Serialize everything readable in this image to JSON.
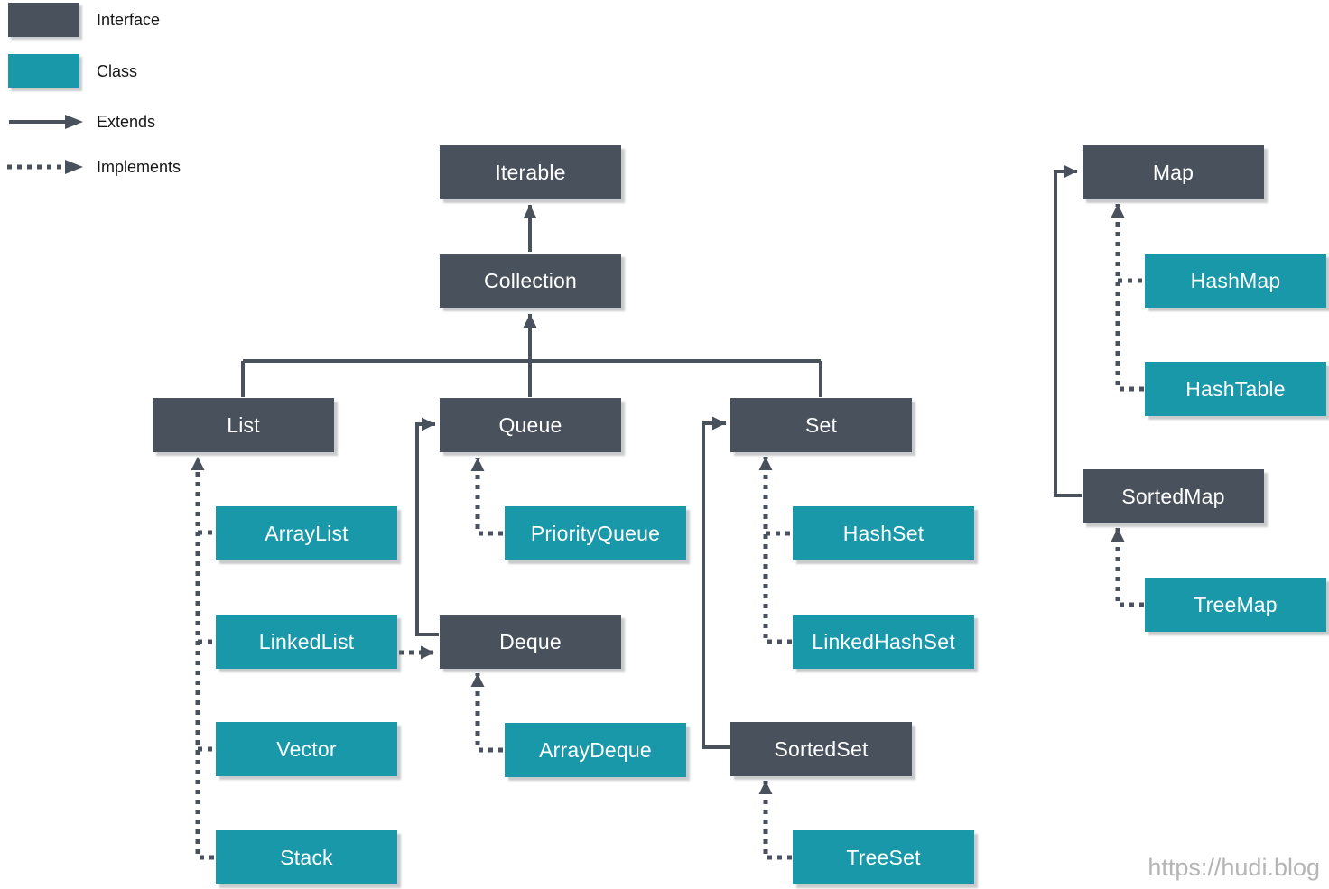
{
  "legend": {
    "interface_label": "Interface",
    "class_label": "Class",
    "extends_label": "Extends",
    "implements_label": "Implements"
  },
  "nodes": {
    "iterable": {
      "label": "Iterable",
      "type": "interface"
    },
    "collection": {
      "label": "Collection",
      "type": "interface"
    },
    "list": {
      "label": "List",
      "type": "interface"
    },
    "queue": {
      "label": "Queue",
      "type": "interface"
    },
    "set": {
      "label": "Set",
      "type": "interface"
    },
    "deque": {
      "label": "Deque",
      "type": "interface"
    },
    "sortedset": {
      "label": "SortedSet",
      "type": "interface"
    },
    "map": {
      "label": "Map",
      "type": "interface"
    },
    "sortedmap": {
      "label": "SortedMap",
      "type": "interface"
    },
    "arraylist": {
      "label": "ArrayList",
      "type": "class"
    },
    "linkedlist": {
      "label": "LinkedList",
      "type": "class"
    },
    "vector": {
      "label": "Vector",
      "type": "class"
    },
    "stack": {
      "label": "Stack",
      "type": "class"
    },
    "priorityqueue": {
      "label": "PriorityQueue",
      "type": "class"
    },
    "arraydeque": {
      "label": "ArrayDeque",
      "type": "class"
    },
    "hashset": {
      "label": "HashSet",
      "type": "class"
    },
    "linkedhashset": {
      "label": "LinkedHashSet",
      "type": "class"
    },
    "treeset": {
      "label": "TreeSet",
      "type": "class"
    },
    "hashmap": {
      "label": "HashMap",
      "type": "class"
    },
    "hashtable": {
      "label": "HashTable",
      "type": "class"
    },
    "treemap": {
      "label": "TreeMap",
      "type": "class"
    }
  },
  "edges": [
    {
      "from": "Collection",
      "to": "Iterable",
      "type": "extends"
    },
    {
      "from": "List",
      "to": "Collection",
      "type": "extends"
    },
    {
      "from": "Queue",
      "to": "Collection",
      "type": "extends"
    },
    {
      "from": "Set",
      "to": "Collection",
      "type": "extends"
    },
    {
      "from": "Deque",
      "to": "Queue",
      "type": "extends"
    },
    {
      "from": "SortedSet",
      "to": "Set",
      "type": "extends"
    },
    {
      "from": "SortedMap",
      "to": "Map",
      "type": "extends"
    },
    {
      "from": "ArrayList",
      "to": "List",
      "type": "implements"
    },
    {
      "from": "LinkedList",
      "to": "List",
      "type": "implements"
    },
    {
      "from": "Vector",
      "to": "List",
      "type": "implements"
    },
    {
      "from": "Stack",
      "to": "List",
      "type": "implements"
    },
    {
      "from": "PriorityQueue",
      "to": "Queue",
      "type": "implements"
    },
    {
      "from": "LinkedList",
      "to": "Deque",
      "type": "implements"
    },
    {
      "from": "ArrayDeque",
      "to": "Deque",
      "type": "implements"
    },
    {
      "from": "HashSet",
      "to": "Set",
      "type": "implements"
    },
    {
      "from": "LinkedHashSet",
      "to": "Set",
      "type": "implements"
    },
    {
      "from": "TreeSet",
      "to": "SortedSet",
      "type": "implements"
    },
    {
      "from": "HashMap",
      "to": "Map",
      "type": "implements"
    },
    {
      "from": "HashTable",
      "to": "Map",
      "type": "implements"
    },
    {
      "from": "TreeMap",
      "to": "SortedMap",
      "type": "implements"
    }
  ],
  "watermark": "https://hudi.blog",
  "colors": {
    "interface_fill": "#49525c",
    "class_fill": "#1898a8",
    "connector": "#49525c",
    "node_text": "#ffffff",
    "legend_text": "#161616",
    "watermark_text": "#b5b5b5",
    "background": "#ffffff"
  }
}
